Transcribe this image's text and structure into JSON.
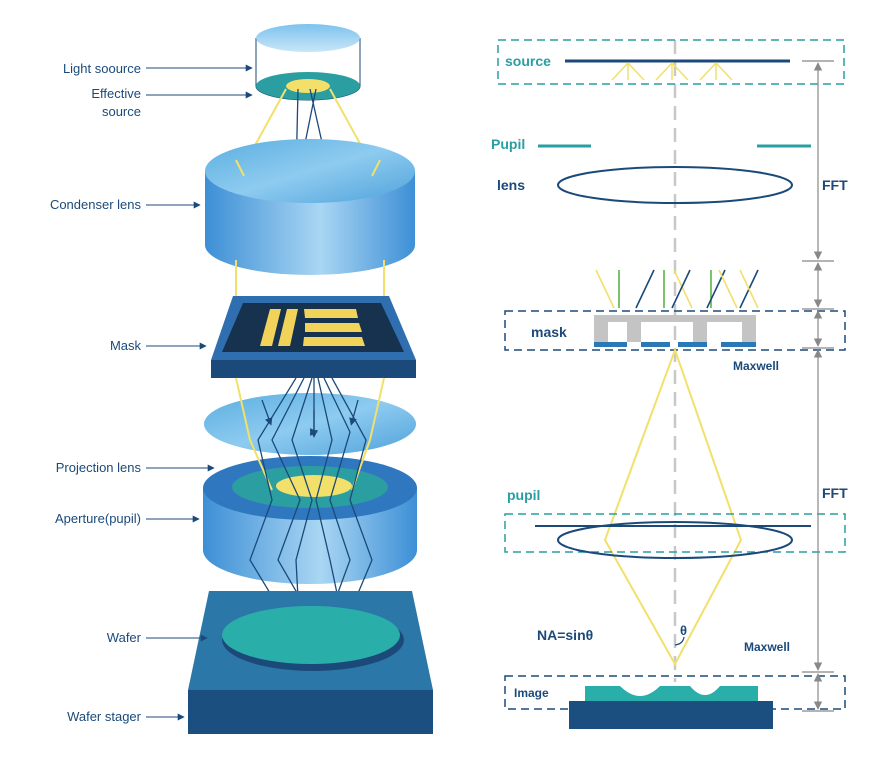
{
  "left_labels": {
    "light_source": "Light soource",
    "effective_source_1": "Effective",
    "effective_source_2": "source",
    "condenser_lens": "Condenser  lens",
    "mask": "Mask",
    "projection_lens": "Projection lens",
    "aperture": "Aperture(pupil)",
    "wafer": "Wafer",
    "wafer_stager": "Wafer stager"
  },
  "right_labels": {
    "source": "source",
    "pupil_top": "Pupil",
    "lens": "lens",
    "fft_top": "FFT",
    "mask": "mask",
    "maxwell_top": "Maxwell",
    "pupil_bottom": "pupil",
    "fft_bottom": "FFT",
    "na": "NA=sinθ",
    "theta": "θ",
    "maxwell_bottom": "Maxwell",
    "image": "Image"
  },
  "colors": {
    "navy": "#1b4a7a",
    "teal": "#2a9ea0",
    "yellow": "#f2e06a",
    "lens_blue": "#5aaee0",
    "mask_gray": "#c4c4c4",
    "stage_dark": "#1a4f80",
    "stage_top": "#2b78a8",
    "green": "#5ab54a"
  }
}
